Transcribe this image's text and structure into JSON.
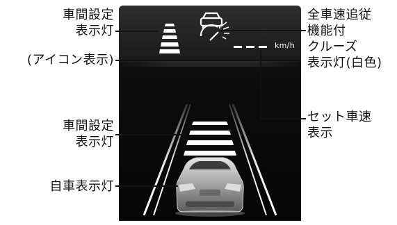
{
  "labels": {
    "distance_icon": [
      "車間設定",
      "表示灯",
      "(アイコン表示)"
    ],
    "distance_lanes": [
      "車間設定",
      "表示灯"
    ],
    "own_vehicle": "自車表示灯",
    "cruise": [
      "全車速追従",
      "機能付",
      "クルーズ",
      "表示灯(白色)"
    ],
    "set_speed": [
      "セット車速",
      "表示"
    ]
  },
  "display": {
    "speed_unit": "km/h"
  },
  "icons": {
    "distance_setting": "distance-bars-icon",
    "cruise": "car-speedometer-icon",
    "own_vehicle": "car-rear-icon"
  },
  "colors": {
    "screen": "#0a0a0a",
    "indicator": "#ffffff",
    "leader_line": "#111111"
  }
}
